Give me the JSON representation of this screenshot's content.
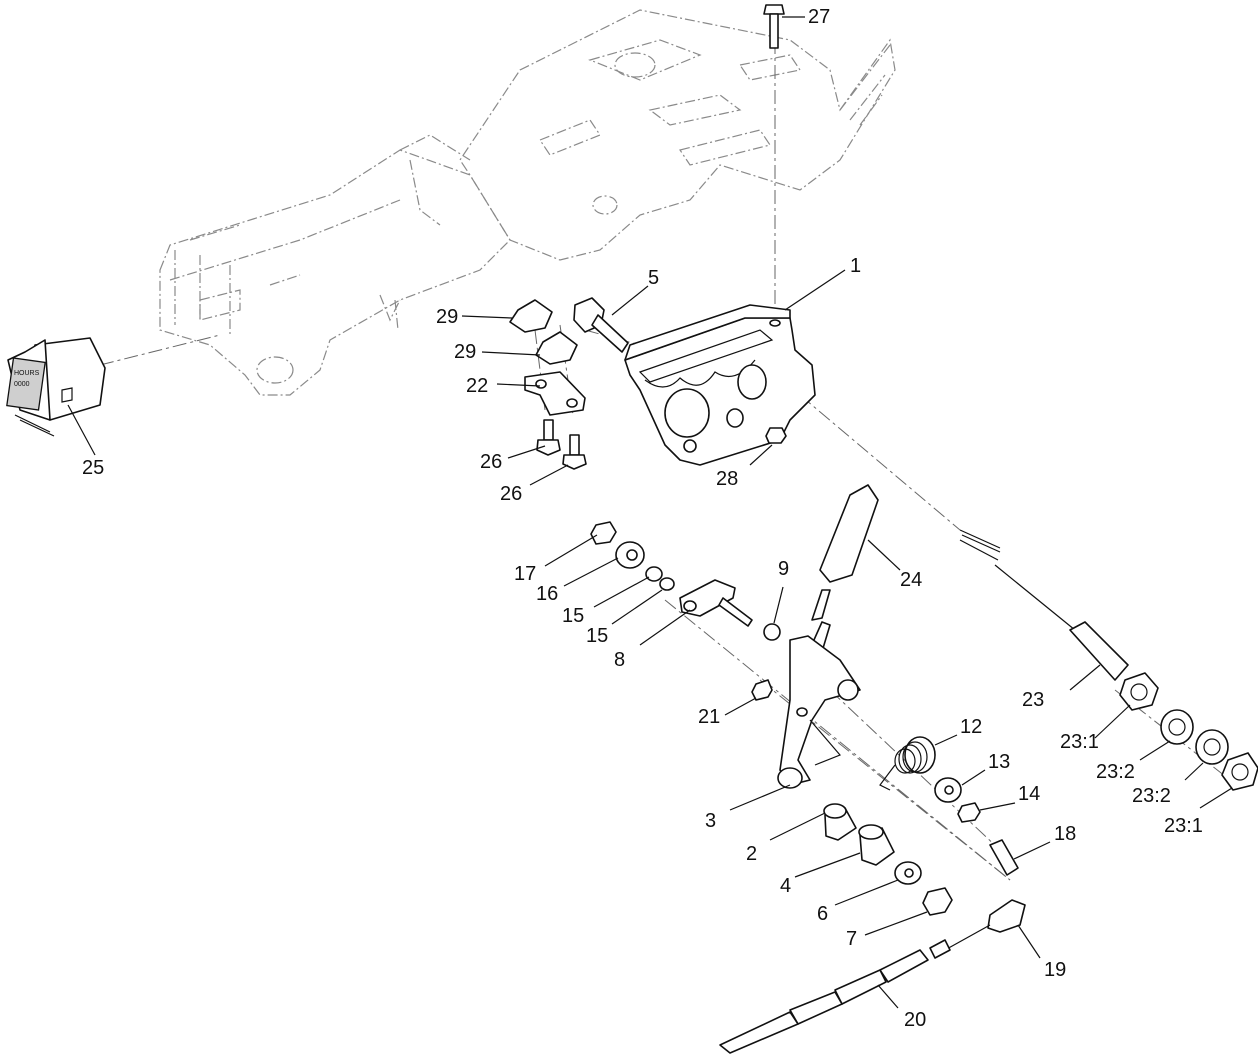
{
  "callouts": [
    {
      "label": "1"
    },
    {
      "label": "2"
    },
    {
      "label": "3"
    },
    {
      "label": "4"
    },
    {
      "label": "5"
    },
    {
      "label": "6"
    },
    {
      "label": "7"
    },
    {
      "label": "8"
    },
    {
      "label": "9"
    },
    {
      "label": "12"
    },
    {
      "label": "13"
    },
    {
      "label": "14"
    },
    {
      "label": "15"
    },
    {
      "label": "15"
    },
    {
      "label": "16"
    },
    {
      "label": "17"
    },
    {
      "label": "18"
    },
    {
      "label": "19"
    },
    {
      "label": "20"
    },
    {
      "label": "21"
    },
    {
      "label": "22"
    },
    {
      "label": "23"
    },
    {
      "label": "23:1"
    },
    {
      "label": "23:2"
    },
    {
      "label": "23:2"
    },
    {
      "label": "23:1"
    },
    {
      "label": "24"
    },
    {
      "label": "25"
    },
    {
      "label": "26"
    },
    {
      "label": "26"
    },
    {
      "label": "27"
    },
    {
      "label": "28"
    },
    {
      "label": "29"
    },
    {
      "label": "29"
    }
  ],
  "colors": {
    "ink": "#111111",
    "ghost": "#8a8a8a",
    "fill": "#ffffff"
  }
}
